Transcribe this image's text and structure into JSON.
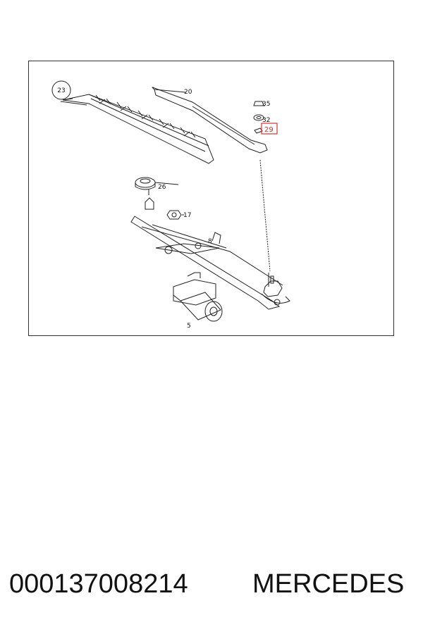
{
  "diagram": {
    "callouts": {
      "c23": "23",
      "c20": "20",
      "c35": "35",
      "c32": "32",
      "c29": "29",
      "c26": "26",
      "c17": "17",
      "c8": "8",
      "c5": "5"
    },
    "highlight_color": "#d9342b"
  },
  "caption": {
    "part_number": "000137008214",
    "brand": "MERCEDES"
  }
}
